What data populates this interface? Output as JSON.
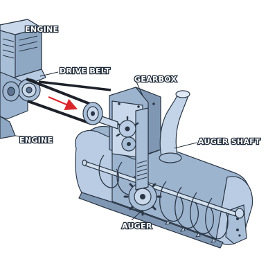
{
  "labels": {
    "engine_top": "ENGINE",
    "drive_belt": "DRIVE BELT",
    "gearbox": "GEARBOX",
    "engine_left": "ENGINE",
    "auger_shaft": "AUGER SHAFT",
    "auger": "AUGER"
  },
  "colors": {
    "body": "#a9bfd8",
    "body_light": "#c9d8ea",
    "body_dark": "#7f97b3",
    "outline": "#2a3645",
    "belt": "#1d2129",
    "arrow": "#d9262b",
    "label_stroke": "#1e2a38"
  }
}
